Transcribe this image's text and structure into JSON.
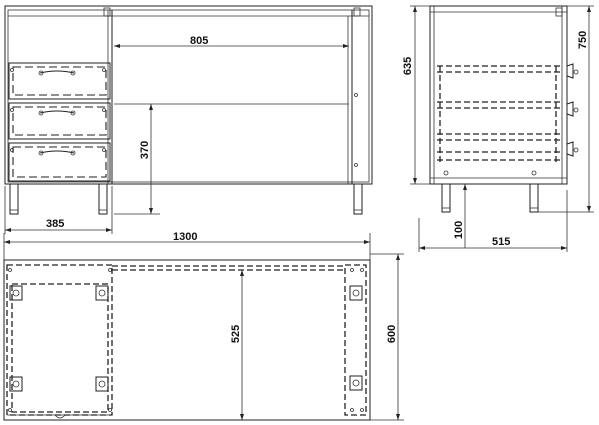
{
  "dimensions": {
    "front_inner_width": "805",
    "front_height": "635",
    "leg_height_front": "370",
    "pedestal_width": "385",
    "total_width": "1300",
    "total_height": "750",
    "side_leg_height": "100",
    "depth": "515",
    "plan_depth": "600",
    "plan_inner_depth": "525"
  },
  "colors": {
    "line": "#222222",
    "text": "#111111",
    "background": "#ffffff"
  }
}
